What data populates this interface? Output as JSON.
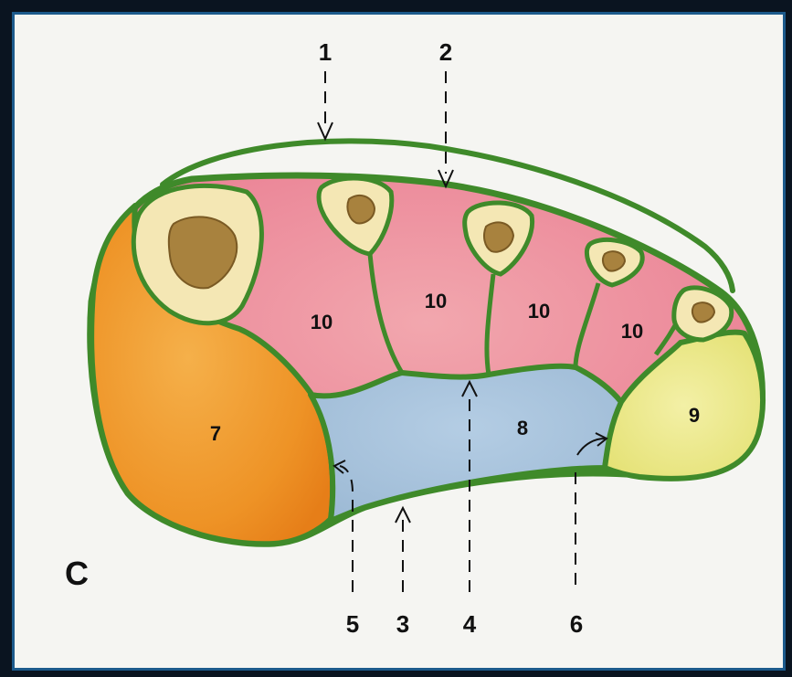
{
  "panel_label": "C",
  "callouts": {
    "c1": "1",
    "c2": "2",
    "c3": "3",
    "c4": "4",
    "c5": "5",
    "c6": "6"
  },
  "regions": {
    "r7": "7",
    "r8": "8",
    "r9": "9",
    "r10a": "10",
    "r10b": "10",
    "r10c": "10",
    "r10d": "10"
  },
  "colors": {
    "outline": "#3f8a2a",
    "pink": "#e88a9a",
    "orange": "#ef9a2a",
    "blue": "#a9c4dc",
    "yellow": "#ece88a",
    "bone": "#f4e7b4",
    "marrow": "#a8823e"
  }
}
